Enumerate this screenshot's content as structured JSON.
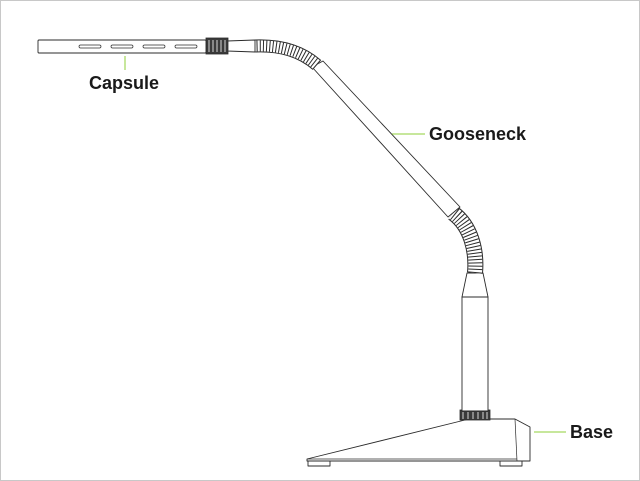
{
  "diagram": {
    "subject": "gooseneck microphone",
    "labels": {
      "capsule": "Capsule",
      "gooseneck": "Gooseneck",
      "base": "Base"
    },
    "colors": {
      "leader_line": "#8fcf3a",
      "outline": "#2b2b2b",
      "background": "#ffffff",
      "frame": "#c8c8c8"
    }
  }
}
